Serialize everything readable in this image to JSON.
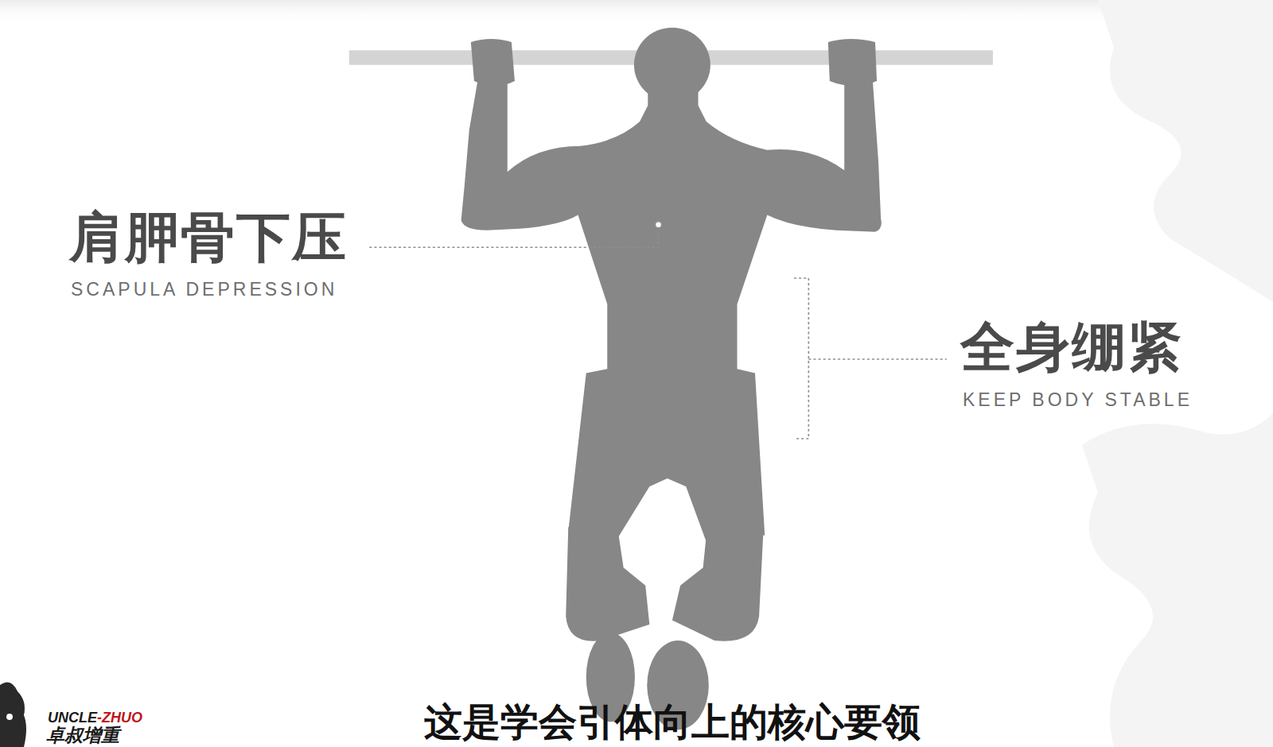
{
  "diagram": {
    "labels": [
      "肩胛骨下压",
      "SCAPULA DEPRESSION",
      "全身绷紧",
      "KEEP BODY STABLE",
      "UNCLE",
      "-ZHUO",
      "卓叔增重",
      "这是学会引体向上的核心要领"
    ]
  }
}
